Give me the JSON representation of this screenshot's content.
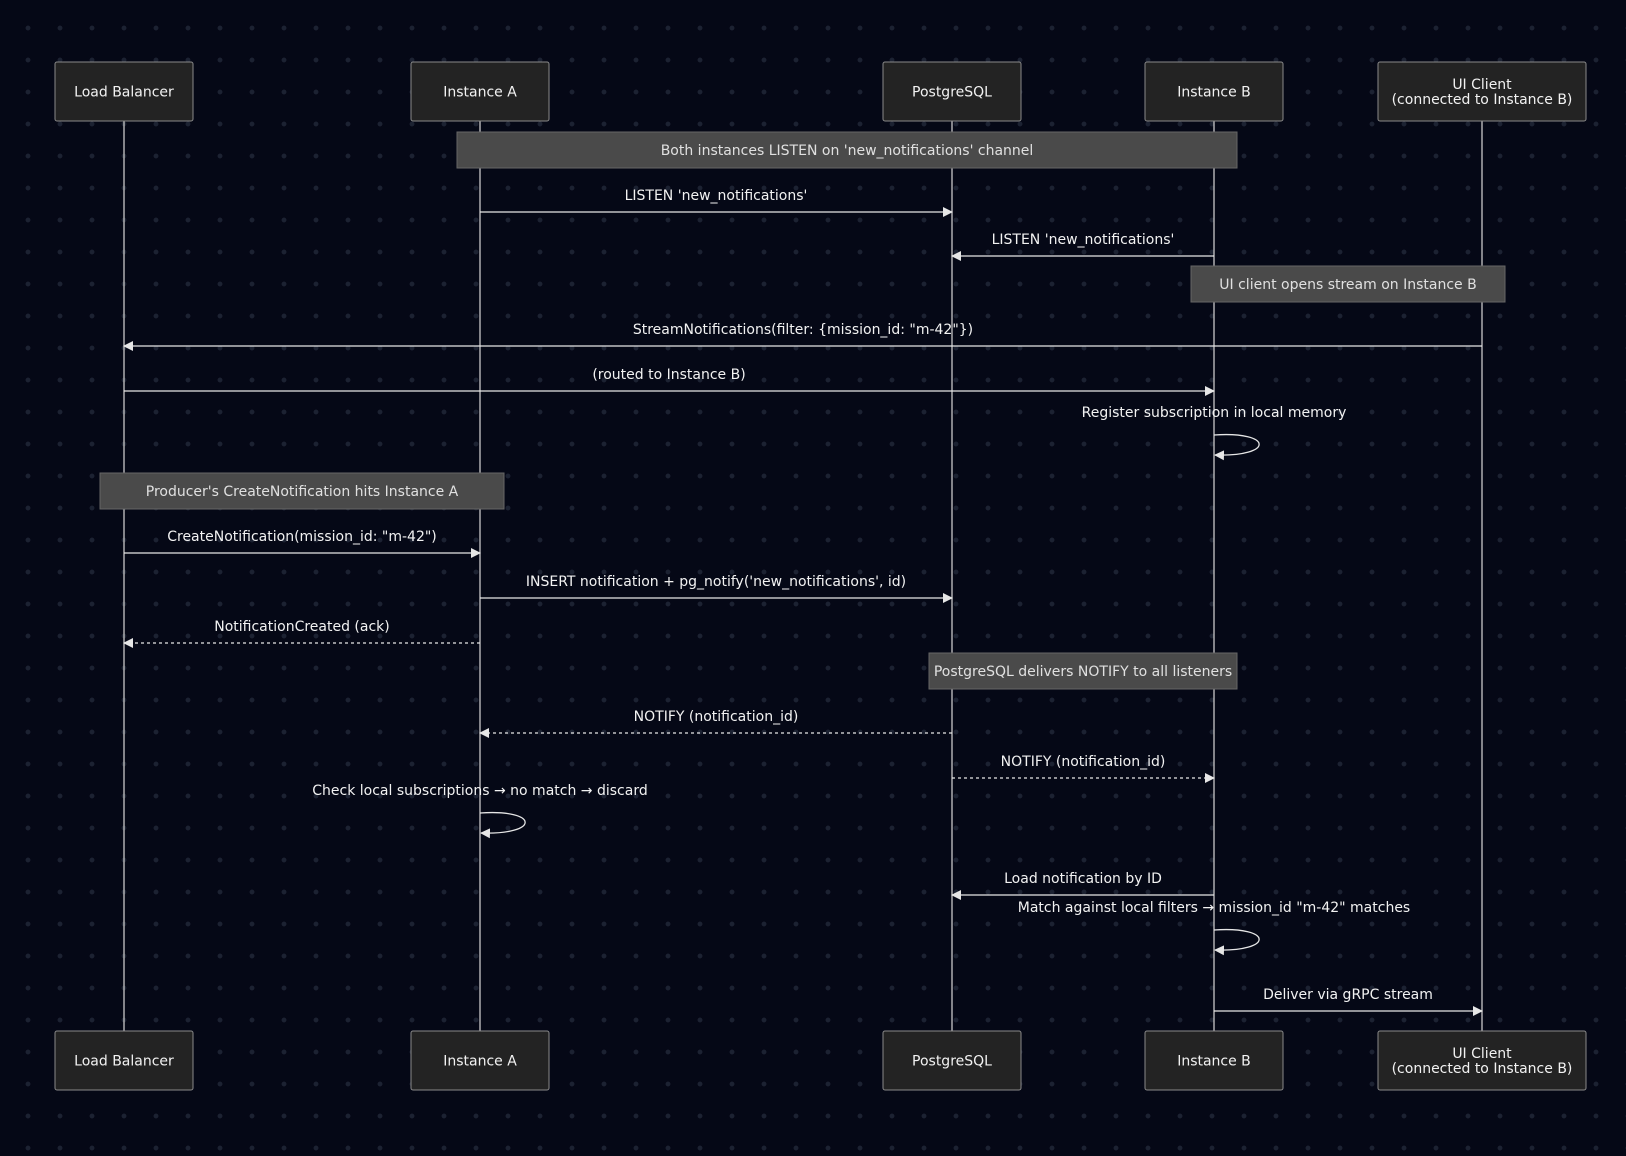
{
  "actors": [
    {
      "id": "lb",
      "label": [
        "Load Balancer"
      ]
    },
    {
      "id": "ia",
      "label": [
        "Instance A"
      ]
    },
    {
      "id": "pg",
      "label": [
        "PostgreSQL"
      ]
    },
    {
      "id": "ib",
      "label": [
        "Instance B"
      ]
    },
    {
      "id": "ui",
      "label": [
        "UI Client",
        "(connected to Instance B)"
      ]
    }
  ],
  "steps": [
    {
      "kind": "note",
      "text": "Both instances LISTEN on 'new_notifications' channel",
      "from": "ia",
      "to": "ib"
    },
    {
      "kind": "message",
      "text": "LISTEN 'new_notifications'",
      "from": "ia",
      "to": "pg",
      "style": "solid"
    },
    {
      "kind": "message",
      "text": "LISTEN 'new_notifications'",
      "from": "ib",
      "to": "pg",
      "style": "solid"
    },
    {
      "kind": "note",
      "text": "UI client opens stream on Instance B",
      "from": "ib",
      "to": "ui"
    },
    {
      "kind": "message",
      "text": "StreamNotifications(filter: {mission_id: \"m-42\"})",
      "from": "ui",
      "to": "lb",
      "style": "solid"
    },
    {
      "kind": "message",
      "text": "(routed to Instance B)",
      "from": "lb",
      "to": "ib",
      "style": "solid"
    },
    {
      "kind": "self",
      "text": "Register subscription in local memory",
      "actor": "ib"
    },
    {
      "kind": "note",
      "text": "Producer's CreateNotification hits Instance A",
      "from": "lb",
      "to": "ia"
    },
    {
      "kind": "message",
      "text": "CreateNotification(mission_id: \"m-42\")",
      "from": "lb",
      "to": "ia",
      "style": "solid"
    },
    {
      "kind": "message",
      "text": "INSERT notification + pg_notify('new_notifications', id)",
      "from": "ia",
      "to": "pg",
      "style": "solid"
    },
    {
      "kind": "message",
      "text": "NotificationCreated (ack)",
      "from": "ia",
      "to": "lb",
      "style": "dashed"
    },
    {
      "kind": "note",
      "text": "PostgreSQL delivers NOTIFY to all listeners",
      "from": "pg",
      "to": "ib"
    },
    {
      "kind": "message",
      "text": "NOTIFY (notification_id)",
      "from": "pg",
      "to": "ia",
      "style": "dashed"
    },
    {
      "kind": "message",
      "text": "NOTIFY (notification_id)",
      "from": "pg",
      "to": "ib",
      "style": "dashed"
    },
    {
      "kind": "self",
      "text": "Check local subscriptions → no match → discard",
      "actor": "ia"
    },
    {
      "kind": "message",
      "text": "Load notification by ID",
      "from": "ib",
      "to": "pg",
      "style": "solid"
    },
    {
      "kind": "self",
      "text": "Match against local filters → mission_id \"m-42\" matches",
      "actor": "ib"
    },
    {
      "kind": "message",
      "text": "Deliver via gRPC stream",
      "from": "ib",
      "to": "ui",
      "style": "solid"
    }
  ]
}
